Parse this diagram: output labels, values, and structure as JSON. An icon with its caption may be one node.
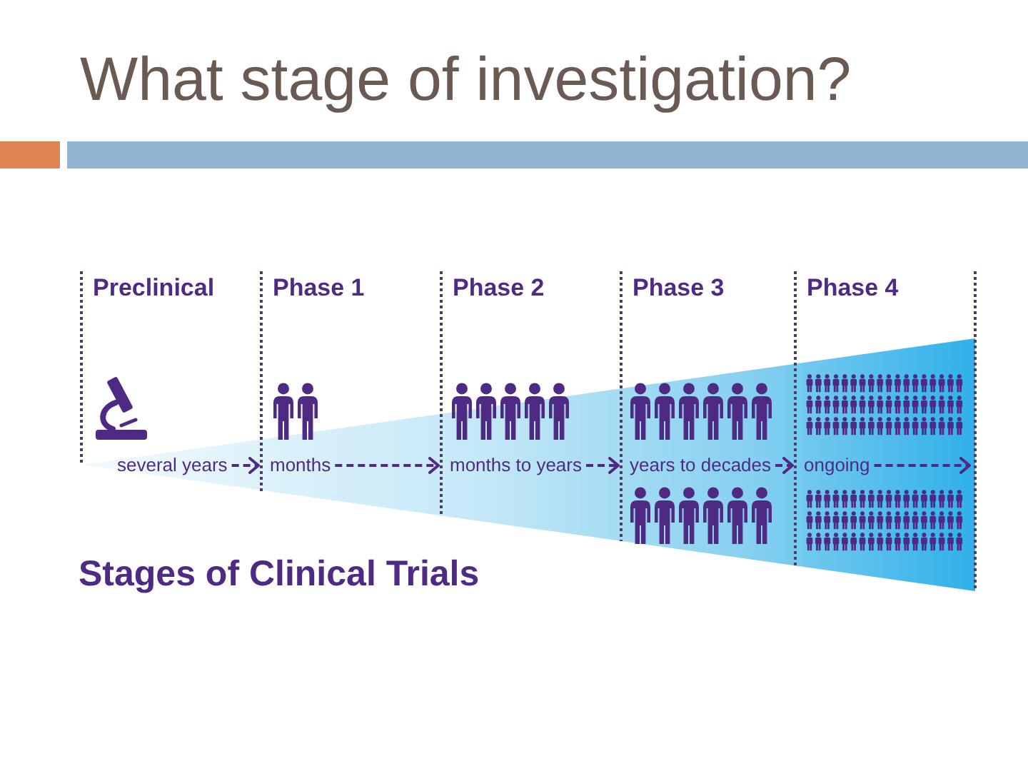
{
  "diagram": {
    "title": "What stage of investigation?",
    "caption": "Stages of Clinical Trials",
    "nodes": [
      {
        "text": [
          "Preclinical"
        ]
      },
      {
        "text": [
          "Phase 1"
        ]
      },
      {
        "text": [
          "Phase 2"
        ]
      },
      {
        "text": [
          "Phase 3"
        ]
      },
      {
        "text": [
          "Phase 4"
        ]
      },
      {
        "text": [
          "several years"
        ],
        "in": 0
      },
      {
        "text": [
          "months"
        ],
        "in": 1
      },
      {
        "text": [
          "months to years"
        ],
        "in": 2
      },
      {
        "text": [
          "years to decades"
        ],
        "in": 3
      },
      {
        "text": [
          "ongoing"
        ],
        "in": 4
      }
    ],
    "edges": [
      {
        "from": 5,
        "to": 6,
        "arrow": "to",
        "style": "dashed"
      },
      {
        "from": 6,
        "to": 7,
        "arrow": "to",
        "style": "dashed"
      },
      {
        "from": 7,
        "to": 8,
        "arrow": "to",
        "style": "dashed"
      },
      {
        "from": 8,
        "to": 9,
        "arrow": "to",
        "style": "dashed"
      },
      {
        "from": 9,
        "to": null,
        "arrow": "to",
        "style": "dashed"
      }
    ]
  }
}
